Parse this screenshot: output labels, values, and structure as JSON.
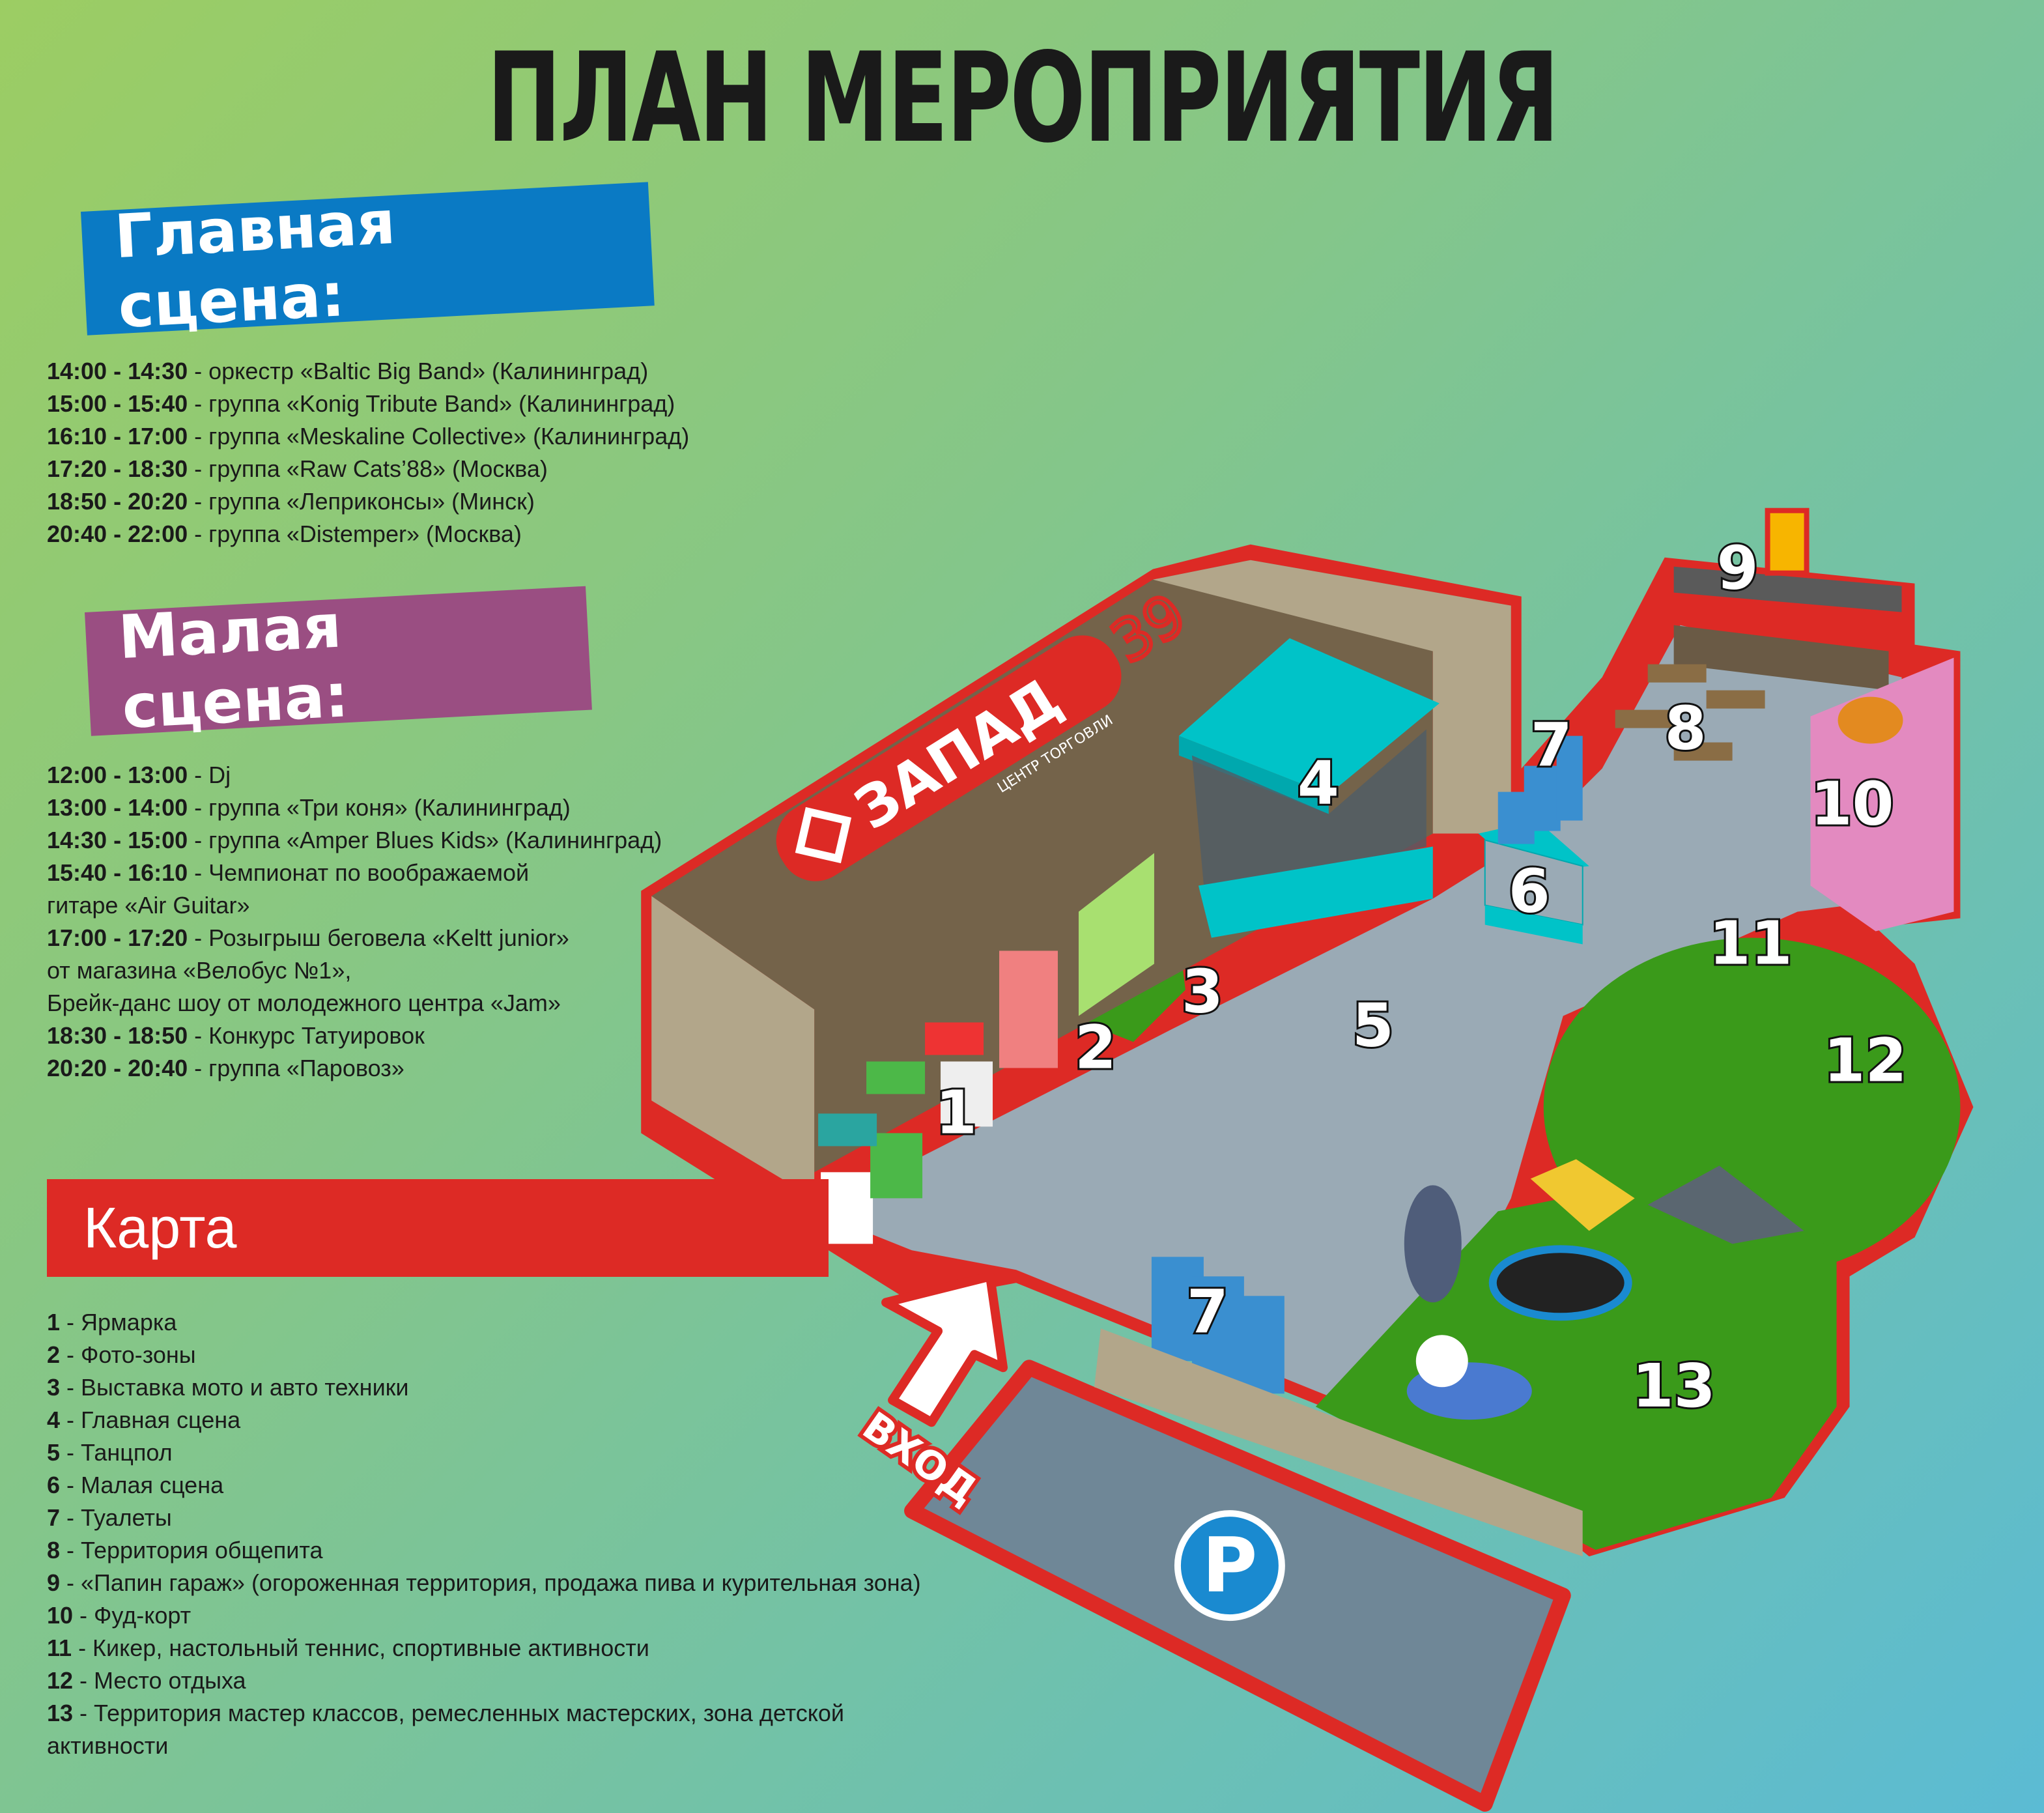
{
  "title": "ПЛАН МЕРОПРИЯТИЯ",
  "main_stage": {
    "heading": "Главная сцена:",
    "color": "#0a7ac4",
    "items": [
      {
        "time": "14:00 - 14:30",
        "text": " - оркестр «Baltic Big Band» (Калининград)"
      },
      {
        "time": "15:00 - 15:40",
        "text": " - группа «Konig Tribute Band» (Калининград)"
      },
      {
        "time": "16:10 - 17:00",
        "text": " - группа «Meskaline Collective» (Калининград)"
      },
      {
        "time": "17:20 - 18:30",
        "text": " - группа «Raw Cats’88» (Москва)"
      },
      {
        "time": "18:50 - 20:20",
        "text": " - группа «Леприконсы» (Минск)"
      },
      {
        "time": "20:40 - 22:00",
        "text": " - группа «Distemper» (Москва)"
      }
    ]
  },
  "small_stage": {
    "heading": "Малая сцена:",
    "color": "#9a4e82",
    "items": [
      {
        "time": "12:00 - 13:00",
        "text": " - Dj"
      },
      {
        "time": "13:00 - 14:00",
        "text": " - группа «Три коня» (Калининград)"
      },
      {
        "time": "14:30 - 15:00",
        "text": " - группа «Amper Blues Kids» (Калининград)"
      },
      {
        "time": "15:40 - 16:10",
        "text": " - Чемпионат по воображаемой"
      },
      {
        "time": "",
        "text": "гитаре «Air Guitar»"
      },
      {
        "time": "17:00 - 17:20",
        "text": " - Розыгрыш беговела «Keltt junior»"
      },
      {
        "time": "",
        "text": "от магазина «Велобус №1»,"
      },
      {
        "time": "",
        "text": "Брейк-данс шоу от молодежного центра «Jam»"
      },
      {
        "time": "18:30 - 18:50",
        "text": " - Конкурс Татуировок"
      },
      {
        "time": "20:20 - 20:40",
        "text": " - группа «Паровоз»"
      }
    ]
  },
  "map_section": {
    "heading": "Карта",
    "color": "#dd2a25",
    "legend": [
      {
        "num": "1",
        "text": " - Ярмарка"
      },
      {
        "num": "2",
        "text": " - Фото-зоны"
      },
      {
        "num": "3",
        "text": " - Выставка мото и авто техники"
      },
      {
        "num": "4",
        "text": " - Главная сцена"
      },
      {
        "num": "5",
        "text": " - Танцпол"
      },
      {
        "num": "6",
        "text": " - Малая сцена"
      },
      {
        "num": "7",
        "text": " - Туалеты"
      },
      {
        "num": "8",
        "text": " - Территория общепита"
      },
      {
        "num": "9",
        "text": " - «Папин гараж» (огороженная территория, продажа пива и курительная зона)"
      },
      {
        "num": "10",
        "text": " - Фуд-корт"
      },
      {
        "num": "11",
        "text": " - Кикер, настольный теннис, спортивные активности"
      },
      {
        "num": "12",
        "text": " - Место отдыха"
      },
      {
        "num": "13",
        "text": " - Территория мастер классов, ремесленных мастерских, зона детской"
      },
      {
        "num": "",
        "text": "активности"
      }
    ]
  },
  "map": {
    "entrance_label": "ВХОД",
    "parking_label": "P",
    "logo": {
      "name": "ЗАПАД",
      "number": "39",
      "subtitle": "ЦЕНТР ТОРГОВЛИ"
    },
    "markers": [
      "1",
      "2",
      "3",
      "4",
      "5",
      "6",
      "7",
      "7",
      "8",
      "9",
      "10",
      "11",
      "12",
      "13"
    ],
    "colors": {
      "border": "#dd2a25",
      "ground": "#9aaab5",
      "grass": "#3a9a1a",
      "building_top": "#74634a",
      "building_side": "#b2a68a",
      "stage": "#00c3c8",
      "parking": "#6f8797"
    }
  }
}
